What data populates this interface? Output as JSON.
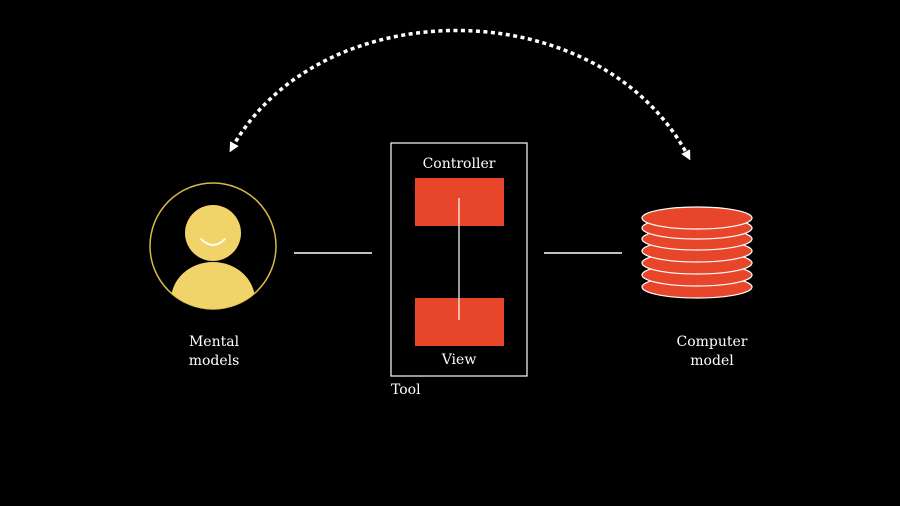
{
  "diagram": {
    "mental_models": {
      "line1": "Mental",
      "line2": "models"
    },
    "computer_model": {
      "line1": "Computer",
      "line2": "model"
    },
    "tool": {
      "label": "Tool",
      "controller_label": "Controller",
      "view_label": "View"
    }
  },
  "colors": {
    "background": "#000000",
    "person": "#f0d46a",
    "person_ring": "#d8b84a",
    "block": "#e8462a",
    "stroke": "#ffffff"
  },
  "icons": {
    "person": "person-icon",
    "database": "database-stack-icon"
  }
}
